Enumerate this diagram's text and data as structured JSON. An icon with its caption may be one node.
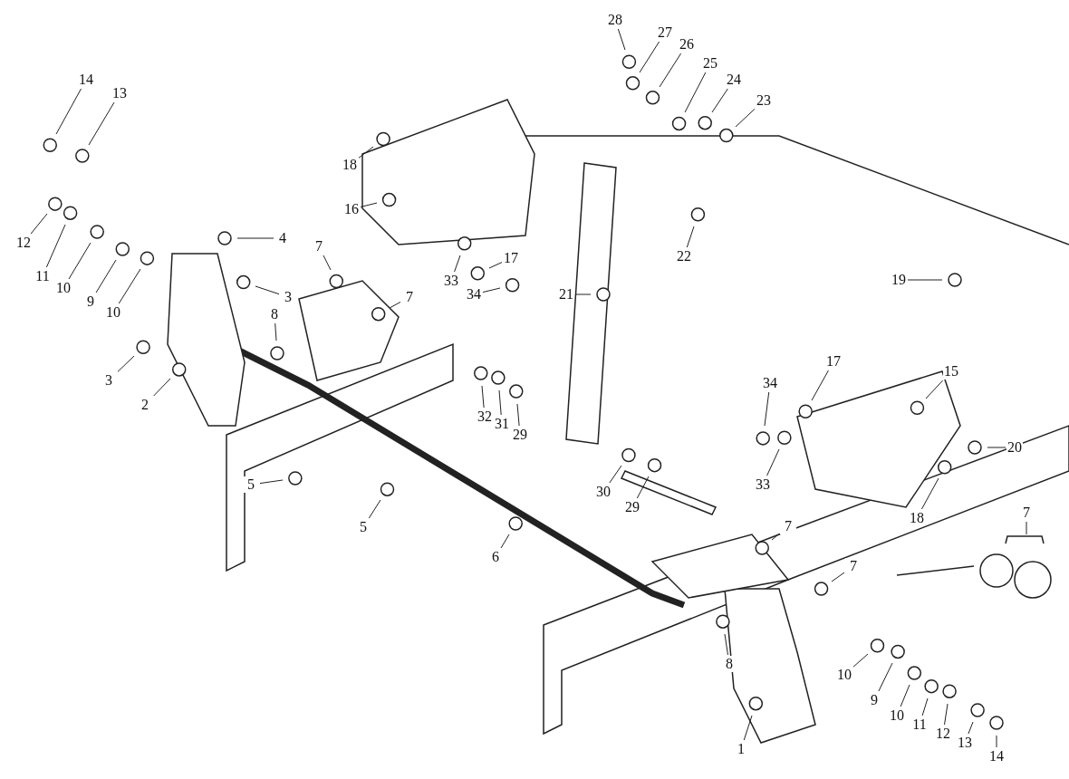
{
  "diagram": {
    "nodes": [
      {
        "text": [
          "14"
        ]
      },
      {
        "text": [
          "13"
        ]
      },
      {
        "text": [
          "12"
        ]
      },
      {
        "text": [
          "11"
        ]
      },
      {
        "text": [
          "10"
        ]
      },
      {
        "text": [
          "9"
        ]
      },
      {
        "text": [
          "10"
        ]
      },
      {
        "text": [
          "4"
        ]
      },
      {
        "text": [
          "3"
        ]
      },
      {
        "text": [
          "3"
        ]
      },
      {
        "text": [
          "2"
        ]
      },
      {
        "text": [
          "8"
        ]
      },
      {
        "text": [
          "7"
        ]
      },
      {
        "text": [
          "7"
        ]
      },
      {
        "text": [
          "18"
        ]
      },
      {
        "text": [
          "16"
        ]
      },
      {
        "text": [
          "17"
        ]
      },
      {
        "text": [
          "33"
        ]
      },
      {
        "text": [
          "34"
        ]
      },
      {
        "text": [
          "28"
        ]
      },
      {
        "text": [
          "27"
        ]
      },
      {
        "text": [
          "26"
        ]
      },
      {
        "text": [
          "25"
        ]
      },
      {
        "text": [
          "24"
        ]
      },
      {
        "text": [
          "23"
        ]
      },
      {
        "text": [
          "22"
        ]
      },
      {
        "text": [
          "21"
        ]
      },
      {
        "text": [
          "32"
        ]
      },
      {
        "text": [
          "31"
        ]
      },
      {
        "text": [
          "29"
        ]
      },
      {
        "text": [
          "5"
        ]
      },
      {
        "text": [
          "5"
        ]
      },
      {
        "text": [
          "6"
        ]
      },
      {
        "text": [
          "30"
        ]
      },
      {
        "text": [
          "29"
        ]
      },
      {
        "text": [
          "19"
        ]
      },
      {
        "text": [
          "17"
        ]
      },
      {
        "text": [
          "15"
        ]
      },
      {
        "text": [
          "34"
        ]
      },
      {
        "text": [
          "33"
        ]
      },
      {
        "text": [
          "20"
        ]
      },
      {
        "text": [
          "18"
        ]
      },
      {
        "text": [
          "7"
        ]
      },
      {
        "text": [
          "7"
        ]
      },
      {
        "text": [
          "8"
        ]
      },
      {
        "text": [
          "10"
        ]
      },
      {
        "text": [
          "9"
        ]
      },
      {
        "text": [
          "10"
        ]
      },
      {
        "text": [
          "11"
        ]
      },
      {
        "text": [
          "12"
        ]
      },
      {
        "text": [
          "13"
        ]
      },
      {
        "text": [
          "14"
        ]
      },
      {
        "text": [
          "1"
        ]
      },
      {
        "text": [
          "7"
        ]
      }
    ],
    "edges": [
      {
        "from": 0,
        "to": null,
        "arrow": "none"
      },
      {
        "from": 1,
        "to": null,
        "arrow": "none"
      },
      {
        "from": 2,
        "to": null,
        "arrow": "none"
      },
      {
        "from": 3,
        "to": null,
        "arrow": "none"
      },
      {
        "from": 4,
        "to": null,
        "arrow": "none"
      },
      {
        "from": 5,
        "to": null,
        "arrow": "none"
      },
      {
        "from": 6,
        "to": null,
        "arrow": "none"
      },
      {
        "from": 7,
        "to": null,
        "arrow": "none"
      },
      {
        "from": 8,
        "to": null,
        "arrow": "none"
      },
      {
        "from": 9,
        "to": null,
        "arrow": "none"
      },
      {
        "from": 10,
        "to": null,
        "arrow": "none"
      },
      {
        "from": 11,
        "to": null,
        "arrow": "none"
      },
      {
        "from": 12,
        "to": null,
        "arrow": "none"
      },
      {
        "from": 13,
        "to": null,
        "arrow": "none"
      },
      {
        "from": 14,
        "to": null,
        "arrow": "none"
      },
      {
        "from": 15,
        "to": null,
        "arrow": "none"
      },
      {
        "from": 16,
        "to": null,
        "arrow": "none"
      },
      {
        "from": 17,
        "to": null,
        "arrow": "none"
      },
      {
        "from": 18,
        "to": null,
        "arrow": "none"
      },
      {
        "from": 19,
        "to": null,
        "arrow": "none"
      },
      {
        "from": 20,
        "to": null,
        "arrow": "none"
      },
      {
        "from": 21,
        "to": null,
        "arrow": "none"
      },
      {
        "from": 22,
        "to": null,
        "arrow": "none"
      },
      {
        "from": 23,
        "to": null,
        "arrow": "none"
      },
      {
        "from": 24,
        "to": null,
        "arrow": "none"
      },
      {
        "from": 25,
        "to": null,
        "arrow": "none"
      },
      {
        "from": 26,
        "to": null,
        "arrow": "none"
      },
      {
        "from": 27,
        "to": null,
        "arrow": "none"
      },
      {
        "from": 28,
        "to": null,
        "arrow": "none"
      },
      {
        "from": 29,
        "to": null,
        "arrow": "none"
      },
      {
        "from": 30,
        "to": null,
        "arrow": "none"
      },
      {
        "from": 31,
        "to": null,
        "arrow": "none"
      },
      {
        "from": 32,
        "to": null,
        "arrow": "none"
      },
      {
        "from": 33,
        "to": null,
        "arrow": "none"
      },
      {
        "from": 34,
        "to": null,
        "arrow": "none"
      },
      {
        "from": 35,
        "to": null,
        "arrow": "none"
      },
      {
        "from": 36,
        "to": null,
        "arrow": "none"
      },
      {
        "from": 37,
        "to": null,
        "arrow": "none"
      },
      {
        "from": 38,
        "to": null,
        "arrow": "none"
      },
      {
        "from": 39,
        "to": null,
        "arrow": "none"
      },
      {
        "from": 40,
        "to": null,
        "arrow": "none"
      },
      {
        "from": 41,
        "to": null,
        "arrow": "none"
      },
      {
        "from": 42,
        "to": null,
        "arrow": "none"
      },
      {
        "from": 43,
        "to": null,
        "arrow": "none"
      },
      {
        "from": 44,
        "to": null,
        "arrow": "none"
      },
      {
        "from": 45,
        "to": null,
        "arrow": "none"
      },
      {
        "from": 46,
        "to": null,
        "arrow": "none"
      },
      {
        "from": 47,
        "to": null,
        "arrow": "none"
      },
      {
        "from": 48,
        "to": null,
        "arrow": "none"
      },
      {
        "from": 49,
        "to": null,
        "arrow": "none"
      },
      {
        "from": 50,
        "to": null,
        "arrow": "none"
      },
      {
        "from": 51,
        "to": null,
        "arrow": "none"
      },
      {
        "from": 52,
        "to": null,
        "arrow": "none"
      },
      {
        "from": 53,
        "to": null,
        "arrow": "none"
      }
    ]
  }
}
